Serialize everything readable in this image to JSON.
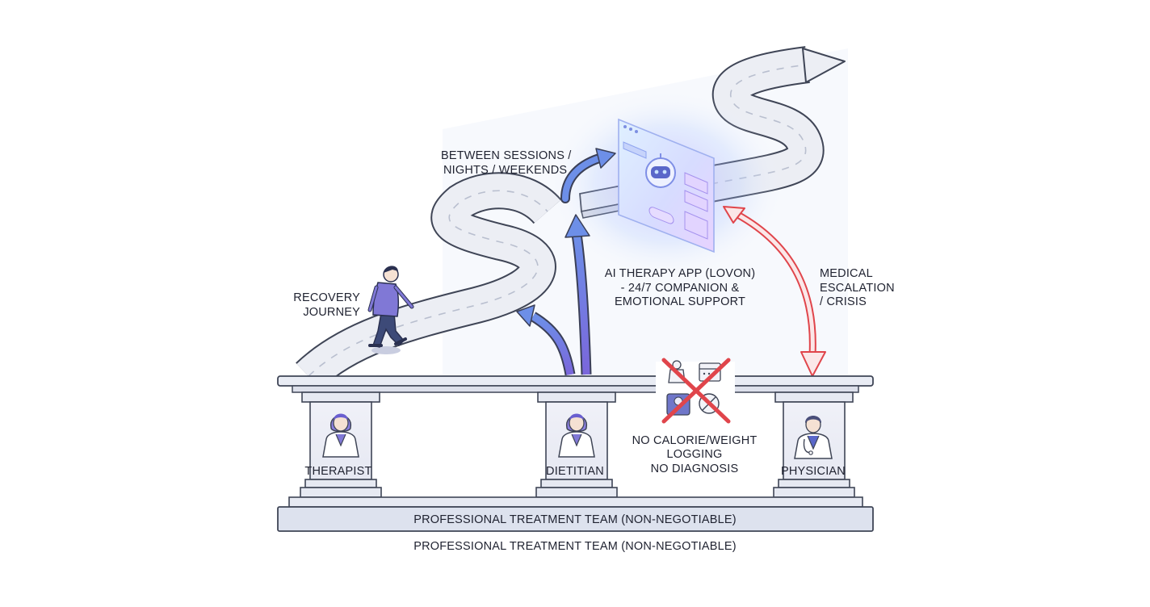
{
  "labels": {
    "recovery_journey": [
      "RECOVERY",
      "JOURNEY"
    ],
    "between_sessions": [
      "BETWEEN SESSIONS /",
      "NIGHTS / WEEKENDS"
    ],
    "ai_app": [
      "AI THERAPY APP (LOVON)",
      "- 24/7 COMPANION &",
      "EMOTIONAL SUPPORT"
    ],
    "medical_escalation": [
      "MEDICAL",
      "ESCALATION",
      "/ CRISIS"
    ],
    "restrictions": [
      "NO CALORIE/WEIGHT",
      "LOGGING",
      "NO DIAGNOSIS"
    ]
  },
  "pillars": {
    "therapist": "THERAPIST",
    "dietitian": "DIETITIAN",
    "physician": "PHYSICIAN"
  },
  "foundation": {
    "base_text": "PROFESSIONAL TREATMENT TEAM (NON-NEGOTIABLE)",
    "caption": "PROFESSIONAL TREATMENT TEAM (NON-NEGOTIABLE)"
  },
  "colors": {
    "outline": "#3f4556",
    "stone": "#e9ecf4",
    "road": "#eceef4",
    "accent_purple": "#7b6fe0",
    "accent_blue": "#5c7ee6",
    "crisis_red": "#e0454b",
    "glow": "#b9a8ff"
  },
  "icons": [
    "person-walking-icon",
    "ai-robot-icon",
    "no-food-scale-icon",
    "doctor-icon",
    "nurse-icon"
  ]
}
